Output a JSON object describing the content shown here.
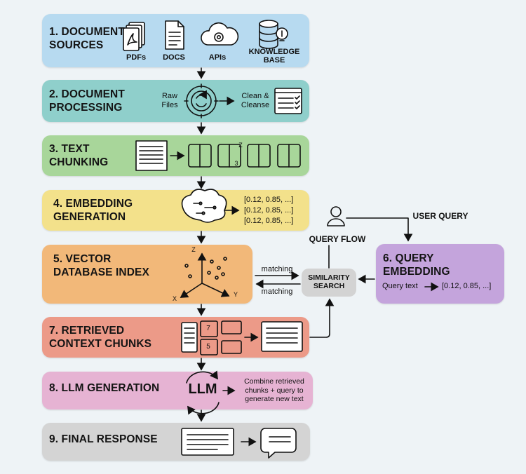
{
  "steps": [
    {
      "title": "1. DOCUMENT\nSOURCES",
      "color": "#b7daf0"
    },
    {
      "title": "2. DOCUMENT\nPROCESSING",
      "color": "#8fcfcb"
    },
    {
      "title": "3. TEXT\nCHUNKING",
      "color": "#a8d69a"
    },
    {
      "title": "4. EMBEDDING\nGENERATION",
      "color": "#f3e18b"
    },
    {
      "title": "5. VECTOR\nDATABASE INDEX",
      "color": "#f2b879"
    },
    {
      "title": "7. RETRIEVED\nCONTEXT CHUNKS",
      "color": "#ec9a88"
    },
    {
      "title": "8. LLM GENERATION",
      "color": "#e6b3d3"
    },
    {
      "title": "9. FINAL RESPONSE",
      "color": "#d4d4d4"
    }
  ],
  "sources": {
    "pdfs": "PDFs",
    "docs": "DOCS",
    "apis": "APIs",
    "kb": "KNOWLEDGE\nBASE"
  },
  "processing": {
    "raw": "Raw\nFiles",
    "clean": "Clean &\nCleanse"
  },
  "embedding": {
    "vectors": "[0.12, 0.85, ...]\n[0.12, 0.85, ...]\n[0.12, 0.85, ...]"
  },
  "vector_db": {
    "axis_z": "Z",
    "axis_x": "X",
    "axis_y": "Y",
    "matching_top": "matching",
    "matching_bottom": "matching"
  },
  "chunks": {
    "n7": "7",
    "n5": "5",
    "chunk_z": "Z",
    "chunk_3": "3"
  },
  "llm": {
    "label": "LLM",
    "desc": "Combine retrieved\nchunks + query to\ngenerate new text"
  },
  "similarity": {
    "label": "SIMILARITY\nSEARCH"
  },
  "query": {
    "flow_label": "QUERY FLOW",
    "user_query": "USER QUERY",
    "title": "6. QUERY\nEMBEDDING",
    "text": "Query text",
    "vector": "[0.12, 0.85, ...]",
    "color": "#c4a4dc"
  }
}
